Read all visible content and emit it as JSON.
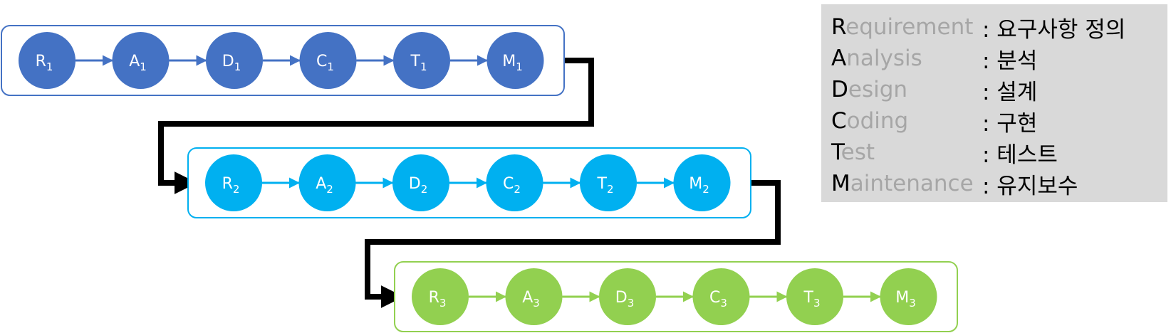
{
  "colors": {
    "phase_1": "#4472c4",
    "phase_2": "#00b0f0",
    "phase_3": "#92d050",
    "connector": "#000000",
    "legend_bg": "#d9d9d9",
    "legend_faded": "#a6a6a6"
  },
  "phases": [
    {
      "index": "1",
      "nodes": [
        {
          "letter": "R",
          "sub": "1"
        },
        {
          "letter": "A",
          "sub": "1"
        },
        {
          "letter": "D",
          "sub": "1"
        },
        {
          "letter": "C",
          "sub": "1"
        },
        {
          "letter": "T",
          "sub": "1"
        },
        {
          "letter": "M",
          "sub": "1"
        }
      ]
    },
    {
      "index": "2",
      "nodes": [
        {
          "letter": "R",
          "sub": "2"
        },
        {
          "letter": "A",
          "sub": "2"
        },
        {
          "letter": "D",
          "sub": "2"
        },
        {
          "letter": "C",
          "sub": "2"
        },
        {
          "letter": "T",
          "sub": "2"
        },
        {
          "letter": "M",
          "sub": "2"
        }
      ]
    },
    {
      "index": "3",
      "nodes": [
        {
          "letter": "R",
          "sub": "3"
        },
        {
          "letter": "A",
          "sub": "3"
        },
        {
          "letter": "D",
          "sub": "3"
        },
        {
          "letter": "C",
          "sub": "3"
        },
        {
          "letter": "T",
          "sub": "3"
        },
        {
          "letter": "M",
          "sub": "3"
        }
      ]
    }
  ],
  "legend": [
    {
      "initial": "R",
      "rest": "equirement",
      "desc": ": 요구사항 정의"
    },
    {
      "initial": "A",
      "rest": "nalysis",
      "desc": ": 분석"
    },
    {
      "initial": "D",
      "rest": "esign",
      "desc": ": 설계"
    },
    {
      "initial": "C",
      "rest": "oding",
      "desc": ": 구현"
    },
    {
      "initial": "T",
      "rest": "est",
      "desc": ": 테스트"
    },
    {
      "initial": "M",
      "rest": "aintenance",
      "desc": ": 유지보수"
    }
  ]
}
